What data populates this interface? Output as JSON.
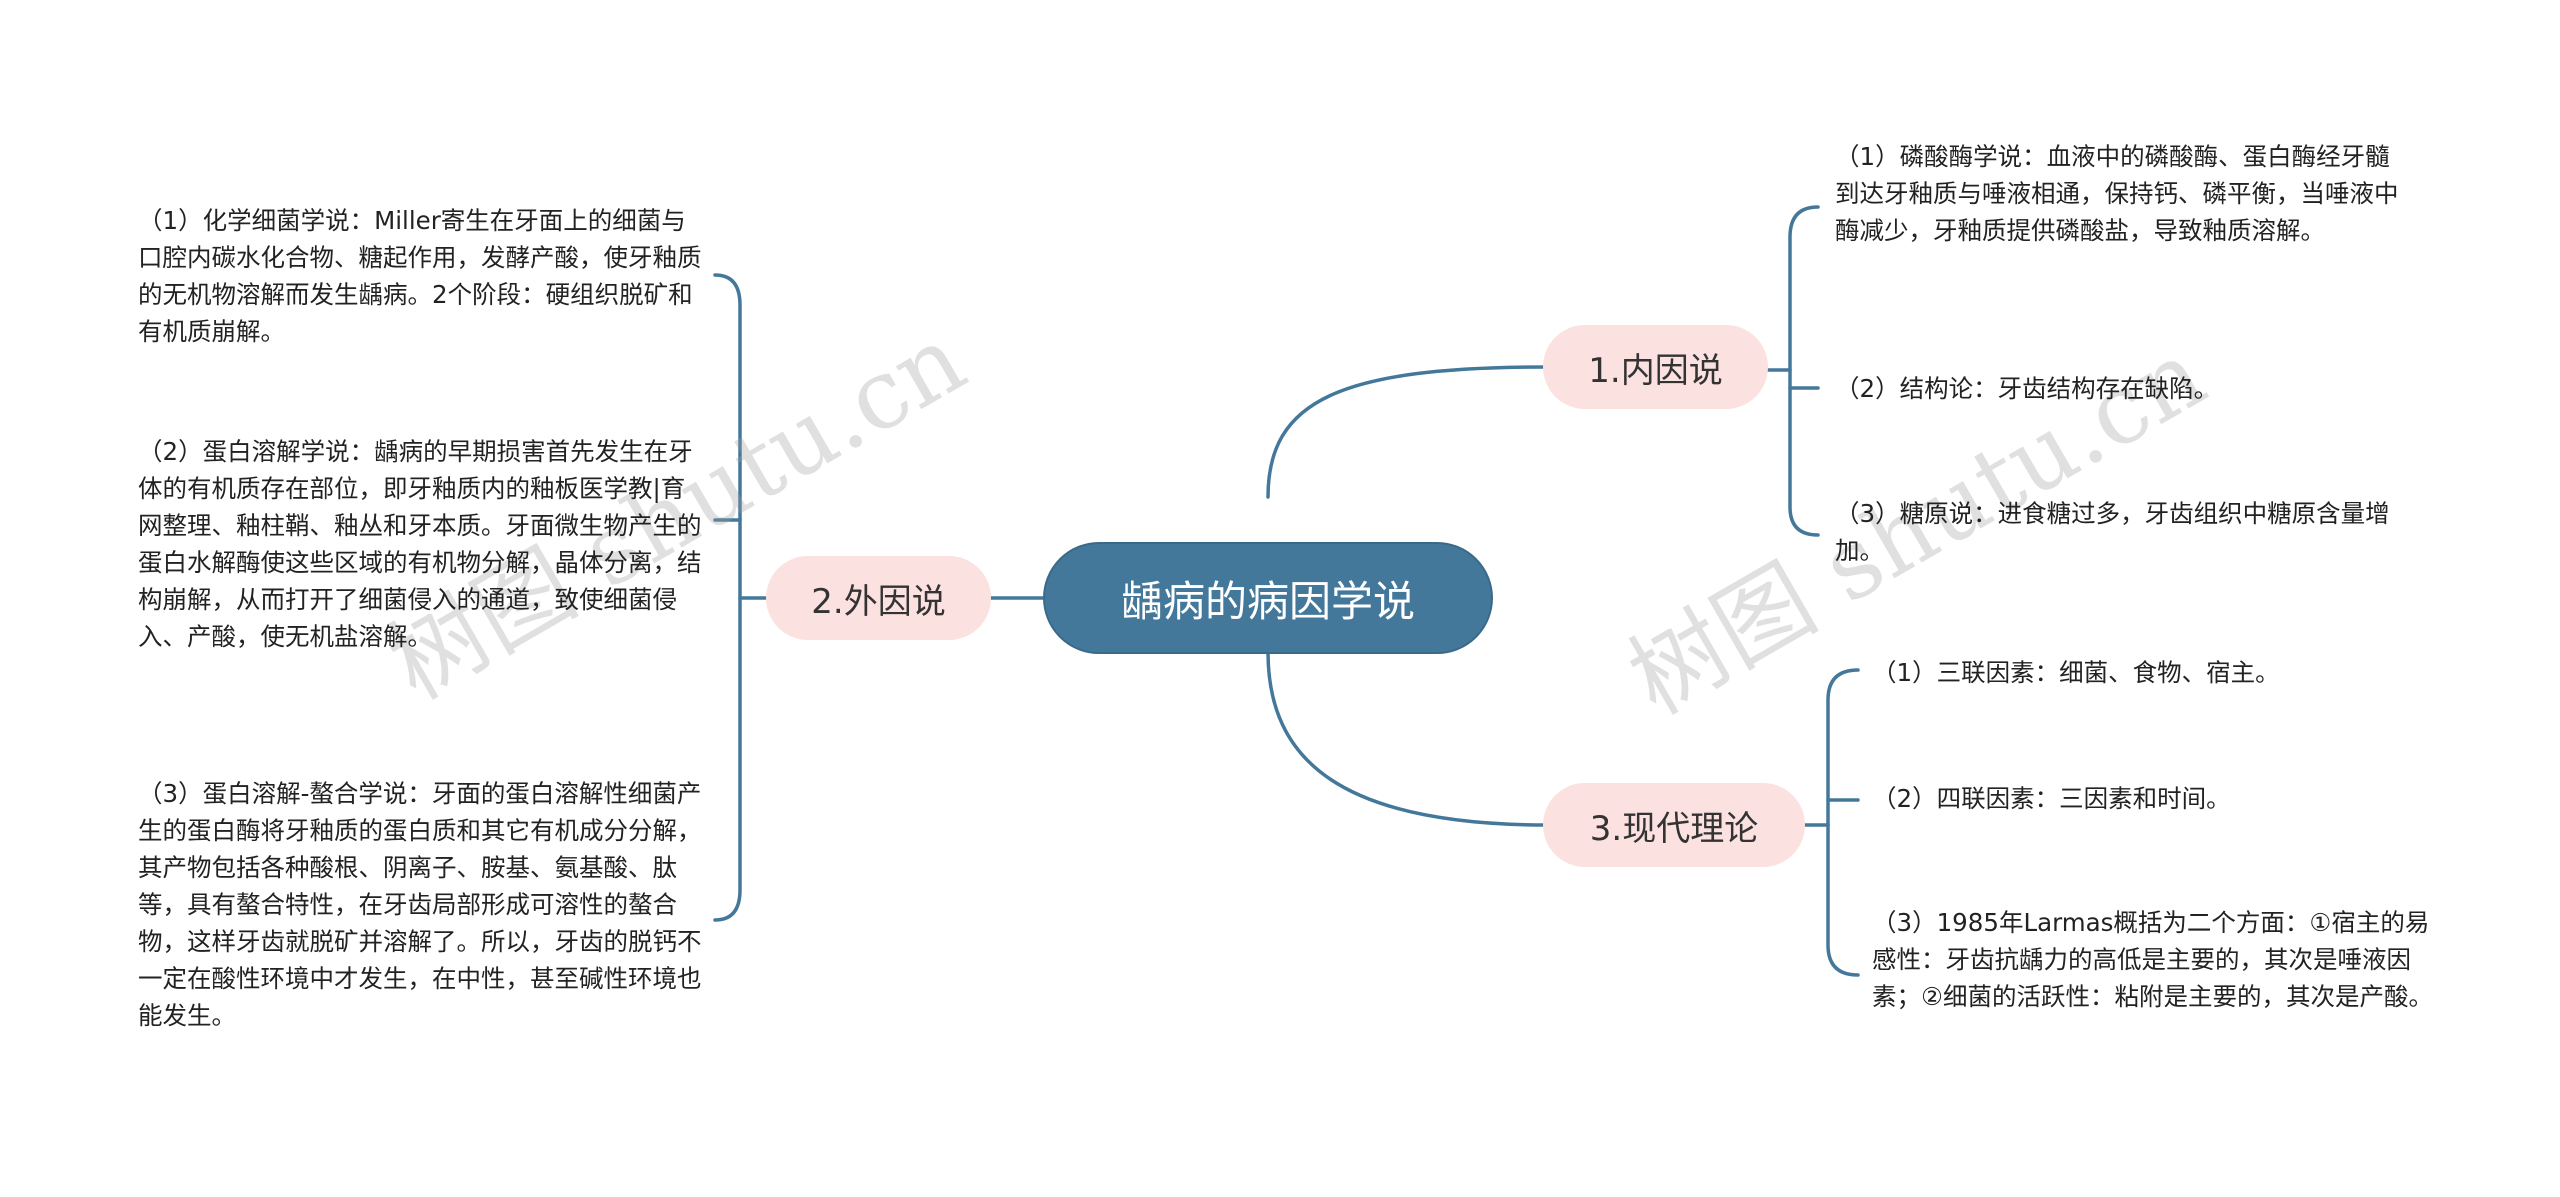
{
  "root": {
    "label": "龋病的病因学说"
  },
  "branches": [
    {
      "label": "1.内因说",
      "items": [
        "（1）磷酸酶学说：血液中的磷酸酶、蛋白酶经牙髓到达牙釉质与唾液相通，保持钙、磷平衡，当唾液中酶减少，牙釉质提供磷酸盐，导致釉质溶解。",
        "（2）结构论：牙齿结构存在缺陷。",
        "（3）糖原说：进食糖过多，牙齿组织中糖原含量增加。"
      ]
    },
    {
      "label": "2.外因说",
      "items": [
        "（1）化学细菌学说：Miller寄生在牙面上的细菌与口腔内碳水化合物、糖起作用，发酵产酸，使牙釉质的无机物溶解而发生龋病。2个阶段：硬组织脱矿和有机质崩解。",
        "（2）蛋白溶解学说：龋病的早期损害首先发生在牙体的有机质存在部位，即牙釉质内的釉板医学教|育网整理、釉柱鞘、釉丛和牙本质。牙面微生物产生的蛋白水解酶使这些区域的有机物分解，晶体分离，结构崩解，从而打开了细菌侵入的通道，致使细菌侵入、产酸，使无机盐溶解。",
        "（3）蛋白溶解-螯合学说：牙面的蛋白溶解性细菌产生的蛋白酶将牙釉质的蛋白质和其它有机成分分解，其产物包括各种酸根、阴离子、胺基、氨基酸、肽等，具有螯合特性，在牙齿局部形成可溶性的螯合物，这样牙齿就脱矿并溶解了。所以，牙齿的脱钙不一定在酸性环境中才发生，在中性，甚至碱性环境也能发生。"
      ]
    },
    {
      "label": "3.现代理论",
      "items": [
        "（1）三联因素：细菌、食物、宿主。",
        "（2）四联因素：三因素和时间。",
        "（3）1985年Larmas概括为二个方面：①宿主的易感性：牙齿抗龋力的高低是主要的，其次是唾液因素；②细菌的活跃性：粘附是主要的，其次是产酸。"
      ]
    }
  ],
  "watermarks": [
    "树图 shutu.cn",
    "树图 shutu.cn"
  ],
  "colors": {
    "root": "#44789b",
    "branch": "#fbe1df",
    "edge": "#44789b",
    "text": "#222222"
  }
}
